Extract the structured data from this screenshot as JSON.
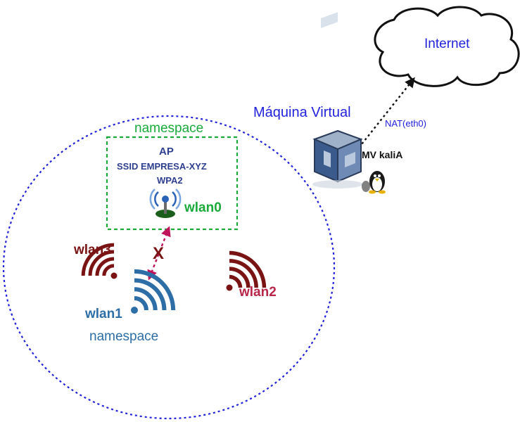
{
  "diagram": {
    "internet_label": "Internet",
    "vm_boundary_label": "Máquina Virtual",
    "nat_label": "NAT(eth0)",
    "host_label": "MV kaliA",
    "ap_namespace_label": "namespace",
    "ap_title": "AP",
    "ap_ssid": "SSID EMPRESA-XYZ",
    "ap_security": "WPA2",
    "wlan0_label": "wlan0",
    "wlan3_label": "wlan3",
    "blocked_mark": "X",
    "wlan1_label": "wlan1",
    "wlan1_namespace_label": "namespace",
    "wlan2_label": "wlan2"
  },
  "colors": {
    "blue_text": "#2222dd",
    "ap_text": "#2e3f8f",
    "green": "#1aaa3a",
    "wlan1_blue": "#2e6ea6",
    "wlan3_dark_red": "#7a1414",
    "wlan2_red": "#b8264a",
    "arrow_magenta": "#c0145a"
  },
  "icons": [
    "cloud-icon",
    "virtualbox-icon",
    "tux-icon",
    "antenna-icon",
    "wifi-icon"
  ]
}
